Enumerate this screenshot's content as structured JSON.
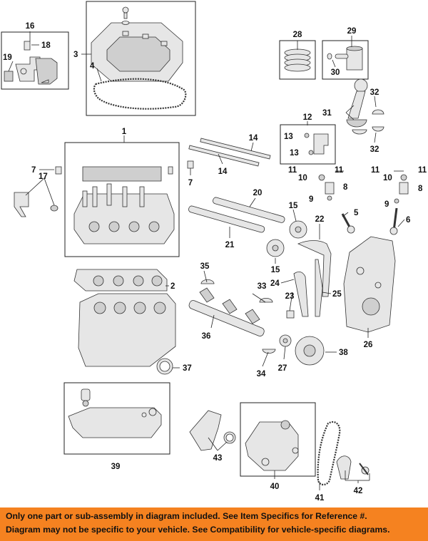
{
  "callouts": {
    "c1": "1",
    "c2": "2",
    "c3": "3",
    "c4": "4",
    "c5": "5",
    "c6": "6",
    "c7a": "7",
    "c7b": "7",
    "c8a": "8",
    "c8b": "8",
    "c9a": "9",
    "c9b": "9",
    "c10a": "10",
    "c10b": "10",
    "c11a": "11",
    "c11b": "11",
    "c11c": "11",
    "c11d": "11",
    "c12": "12",
    "c13a": "13",
    "c13b": "13",
    "c14a": "14",
    "c14b": "14",
    "c15a": "15",
    "c15b": "15",
    "c16": "16",
    "c17": "17",
    "c18": "18",
    "c19": "19",
    "c20": "20",
    "c21": "21",
    "c22": "22",
    "c23": "23",
    "c24": "24",
    "c25": "25",
    "c26": "26",
    "c27": "27",
    "c28": "28",
    "c29": "29",
    "c30": "30",
    "c31": "31",
    "c32a": "32",
    "c32b": "32",
    "c33": "33",
    "c34": "34",
    "c35": "35",
    "c36": "36",
    "c37": "37",
    "c38": "38",
    "c39": "39",
    "c40": "40",
    "c41": "41",
    "c42": "42",
    "c43": "43"
  },
  "notice": {
    "line1": "Only one part or sub-assembly in diagram included. See Item Specifics for Reference #.",
    "line2": "Diagram may not be specific to your vehicle. See Compatibility for vehicle-specific diagrams."
  },
  "colors": {
    "banner": "#f58220",
    "ink": "#111111"
  }
}
